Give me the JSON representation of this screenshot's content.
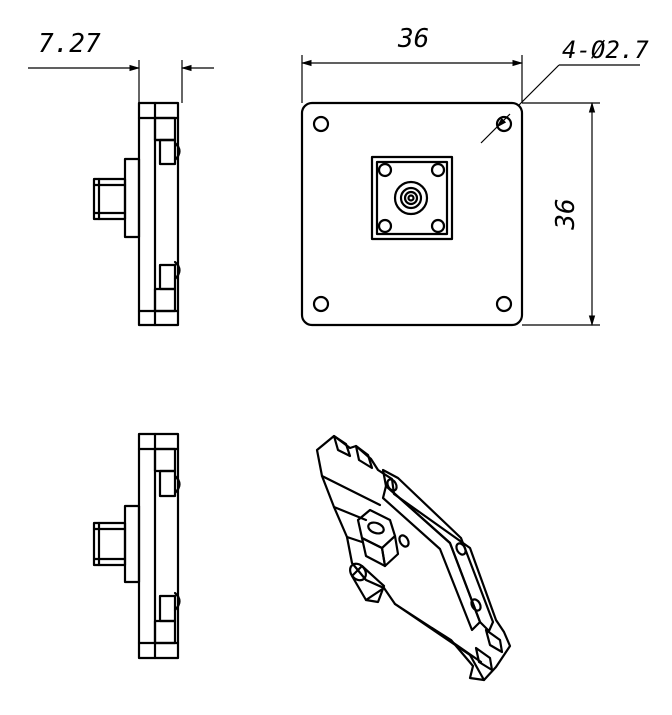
{
  "dimensions": {
    "thickness": "7.27",
    "width": "36",
    "height": "36",
    "holes": "4-Ø2.7"
  },
  "colors": {
    "line": "#000000",
    "background": "#ffffff"
  }
}
